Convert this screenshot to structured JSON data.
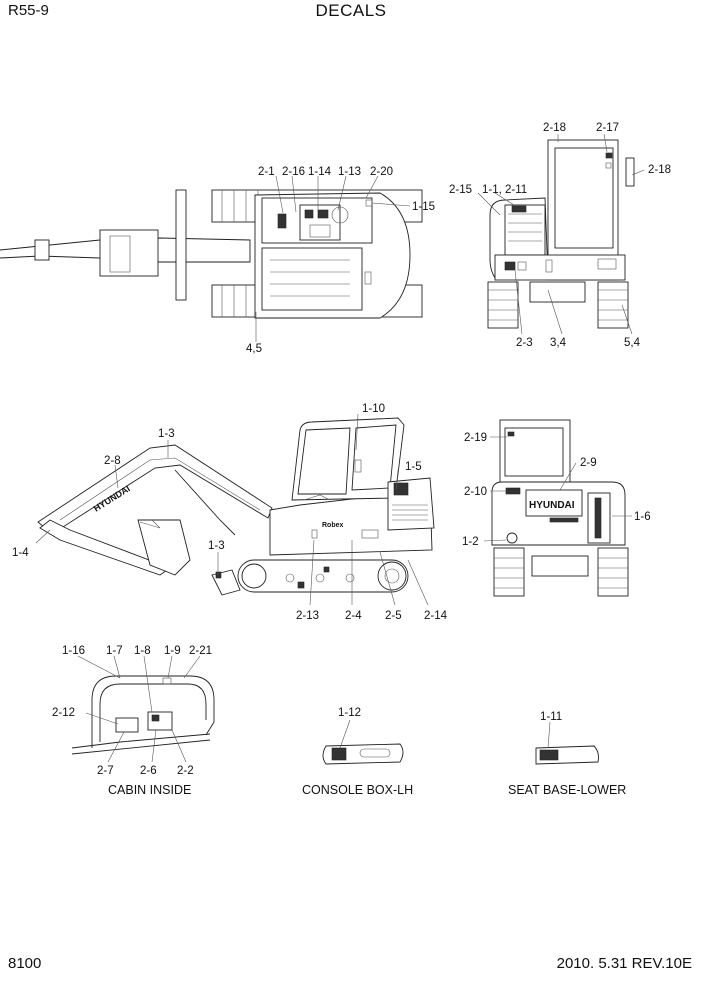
{
  "page": {
    "model": "R55-9",
    "title": "DECALS",
    "page_number": "8100",
    "revision": "2010. 5.31  REV.10E"
  },
  "callouts": {
    "top_view": [
      "2-1",
      "2-16",
      "1-14",
      "1-13",
      "2-20",
      "1-15",
      "4,5"
    ],
    "rear_view_top": [
      "2-18",
      "2-17",
      "2-18",
      "2-15",
      "1-1, 2-11",
      "2-3",
      "3,4",
      "5,4"
    ],
    "side_view": [
      "1-10",
      "1-3",
      "2-8",
      "1-5",
      "1-4",
      "1-3",
      "2-13",
      "2-4",
      "2-5",
      "2-14"
    ],
    "rear_view": [
      "2-19",
      "2-9",
      "2-10",
      "1-6",
      "1-2"
    ],
    "cabin_inside": [
      "1-16",
      "1-7",
      "1-8",
      "1-9",
      "2-21",
      "2-12",
      "2-7",
      "2-6",
      "2-2"
    ],
    "console_box": [
      "1-12"
    ],
    "seat_base": [
      "1-11"
    ]
  },
  "captions": {
    "cabin_inside": "CABIN INSIDE",
    "console_box": "CONSOLE BOX-LH",
    "seat_base": "SEAT BASE-LOWER"
  },
  "decal_text": {
    "boom_brand": "HYUNDAI",
    "counterweight_brand": "HYUNDAI"
  }
}
